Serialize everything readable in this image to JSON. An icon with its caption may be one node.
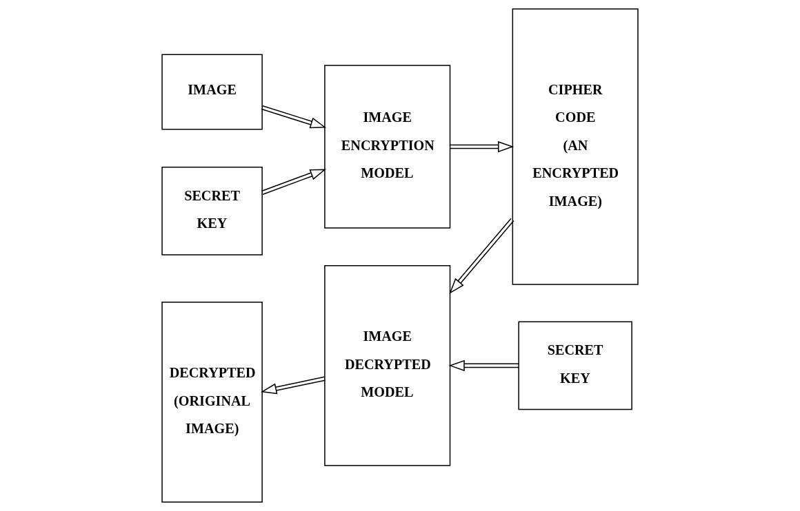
{
  "diagram": {
    "nodes": [
      {
        "text": [
          "IMAGE"
        ]
      },
      {
        "text": [
          "SECRET KEY"
        ]
      },
      {
        "text": [
          "IMAGE ENCRYPTION MODEL"
        ]
      },
      {
        "text": [
          "CIPHER CODE (AN ENCRYPTED IMAGE)"
        ]
      },
      {
        "text": [
          "DECRYPTED (ORIGINAL IMAGE)"
        ]
      },
      {
        "text": [
          "IMAGE DECRYPTED MODEL"
        ]
      },
      {
        "text": [
          "SECRET KEY"
        ]
      }
    ],
    "edges": [
      {
        "from": 0,
        "to": 2,
        "arrow": "to"
      },
      {
        "from": 1,
        "to": 2,
        "arrow": "to"
      },
      {
        "from": 2,
        "to": 3,
        "arrow": "to"
      },
      {
        "from": 3,
        "to": 5,
        "arrow": "to"
      },
      {
        "from": 5,
        "to": 4,
        "arrow": "to"
      },
      {
        "from": 6,
        "to": 5,
        "arrow": "to"
      }
    ]
  }
}
